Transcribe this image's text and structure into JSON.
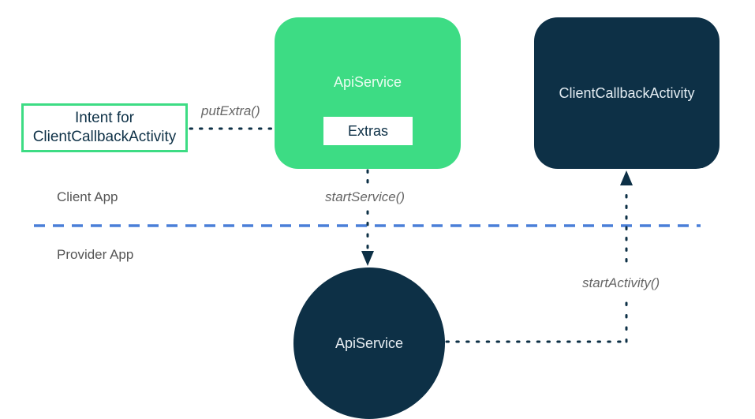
{
  "diagram": {
    "nodes": {
      "intent": {
        "label_line1": "Intent for",
        "label_line2": "ClientCallbackActivity"
      },
      "client_api_service": {
        "label": "ApiService",
        "inner_box": "Extras"
      },
      "client_callback_activity": {
        "label": "ClientCallbackActivity"
      },
      "provider_api_service": {
        "label": "ApiService"
      }
    },
    "regions": {
      "client": "Client App",
      "provider": "Provider App"
    },
    "edges": {
      "put_extra": "putExtra()",
      "start_service": "startService()",
      "start_activity": "startActivity()"
    },
    "colors": {
      "green": "#3ddc84",
      "navy": "#0d3046",
      "divider": "#4a7fd8"
    }
  }
}
